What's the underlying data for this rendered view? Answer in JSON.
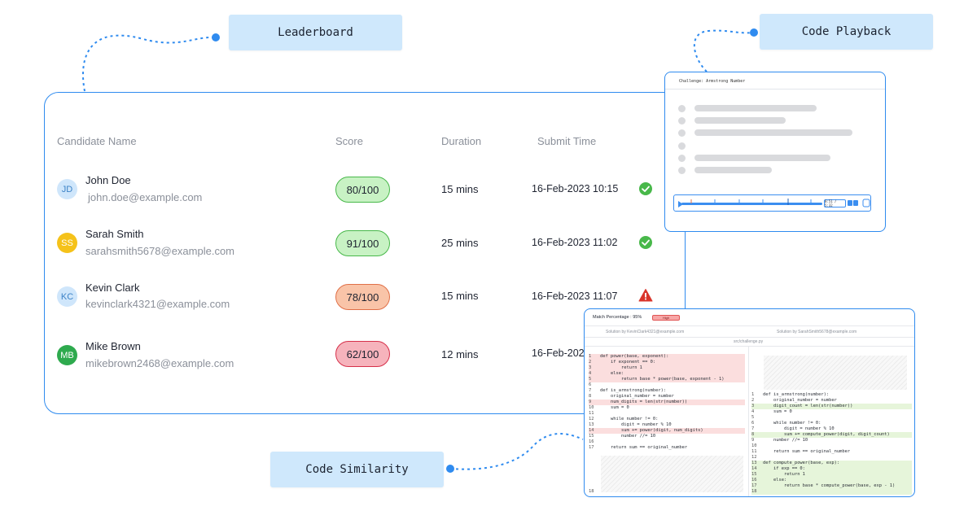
{
  "callouts": {
    "leaderboard": "Leaderboard",
    "code_playback": "Code Playback",
    "code_similarity": "Code Similarity"
  },
  "leaderboard": {
    "columns": [
      "Candidate Name",
      "Score",
      "Duration",
      "Submit Time"
    ],
    "rows": [
      {
        "initials": "JD",
        "avatar_color": "#cfe6fb",
        "avatar_text_color": "#3d83c7",
        "name": "John Doe",
        "email": "john.doe@example.com",
        "score": "80/100",
        "score_bg": "#c8f2c4",
        "score_border": "#48b84a",
        "duration": "15 mins",
        "submit_time": "16-Feb-2023 10:15",
        "status_icon": "check-circle-icon",
        "status_color": "#48b84a"
      },
      {
        "initials": "SS",
        "avatar_color": "#f5c21a",
        "avatar_text_color": "#ffffff",
        "name": "Sarah Smith",
        "email": "sarahsmith5678@example.com",
        "score": "91/100",
        "score_bg": "#c8f2c4",
        "score_border": "#48b84a",
        "duration": "25 mins",
        "submit_time": "16-Feb-2023 11:02",
        "status_icon": "check-circle-icon",
        "status_color": "#48b84a"
      },
      {
        "initials": "KC",
        "avatar_color": "#cfe6fb",
        "avatar_text_color": "#3d83c7",
        "name": "Kevin Clark",
        "email": "kevinclark4321@example.com",
        "score": "78/100",
        "score_bg": "#f9c4a8",
        "score_border": "#e07048",
        "duration": "15 mins",
        "submit_time": "16-Feb-2023 11:07",
        "status_icon": "warning-triangle-icon",
        "status_color": "#d9352b"
      },
      {
        "initials": "MB",
        "avatar_color": "#2eaa4e",
        "avatar_text_color": "#ffffff",
        "name": "Mike Brown",
        "email": "mikebrown2468@example.com",
        "score": "62/100",
        "score_bg": "#f6b3bc",
        "score_border": "#d6304a",
        "duration": "12 mins",
        "submit_time": "16-Feb-202"
      }
    ]
  },
  "playback": {
    "title": "Challenge: Armstrong Number",
    "time": "0:51 / 5:32"
  },
  "similarity": {
    "match_label": "Match Percentage : 95%",
    "match_badge": "High",
    "left_author": "Solution by KevinClark4321@example.com",
    "right_author": "Solution by SarahSmith5678@example.com",
    "file_name": "src/challenge.py",
    "left_code": [
      {
        "n": "1",
        "t": "def power(base, exponent):",
        "hl": "del"
      },
      {
        "n": "2",
        "t": "    if exponent == 0:",
        "hl": "del"
      },
      {
        "n": "3",
        "t": "        return 1",
        "hl": "del"
      },
      {
        "n": "4",
        "t": "    else:",
        "hl": "del"
      },
      {
        "n": "5",
        "t": "        return base * power(base, exponent - 1)",
        "hl": "del"
      },
      {
        "n": "6",
        "t": "",
        "hl": ""
      },
      {
        "n": "7",
        "t": "def is_armstrong(number):",
        "hl": ""
      },
      {
        "n": "8",
        "t": "    original_number = number",
        "hl": ""
      },
      {
        "n": "9",
        "t": "    num_digits = len(str(number))",
        "hl": "del"
      },
      {
        "n": "10",
        "t": "    sum = 0",
        "hl": ""
      },
      {
        "n": "11",
        "t": "",
        "hl": ""
      },
      {
        "n": "12",
        "t": "    while number != 0:",
        "hl": ""
      },
      {
        "n": "13",
        "t": "        digit = number % 10",
        "hl": ""
      },
      {
        "n": "14",
        "t": "        sum += power(digit, num_digits)",
        "hl": "del"
      },
      {
        "n": "15",
        "t": "        number //= 10",
        "hl": ""
      },
      {
        "n": "16",
        "t": "",
        "hl": ""
      },
      {
        "n": "17",
        "t": "    return sum == original_number",
        "hl": ""
      }
    ],
    "left_tail_line": "18",
    "right_code": [
      {
        "n": "1",
        "t": "def is_armstrong(number):",
        "hl": ""
      },
      {
        "n": "2",
        "t": "    original_number = number",
        "hl": ""
      },
      {
        "n": "3",
        "t": "    digit_count = len(str(number))",
        "hl": "add"
      },
      {
        "n": "4",
        "t": "    sum = 0",
        "hl": ""
      },
      {
        "n": "5",
        "t": "",
        "hl": ""
      },
      {
        "n": "6",
        "t": "    while number != 0:",
        "hl": ""
      },
      {
        "n": "7",
        "t": "        digit = number % 10",
        "hl": ""
      },
      {
        "n": "8",
        "t": "        sum += compute_power(digit, digit_count)",
        "hl": "add"
      },
      {
        "n": "9",
        "t": "    number //= 10",
        "hl": ""
      },
      {
        "n": "10",
        "t": "",
        "hl": ""
      },
      {
        "n": "11",
        "t": "    return sum == original_number",
        "hl": ""
      },
      {
        "n": "12",
        "t": "",
        "hl": ""
      },
      {
        "n": "13",
        "t": "def compute_power(base, exp):",
        "hl": "add"
      },
      {
        "n": "14",
        "t": "    if exp == 0:",
        "hl": "add"
      },
      {
        "n": "15",
        "t": "        return 1",
        "hl": "add"
      },
      {
        "n": "16",
        "t": "    else:",
        "hl": "add"
      },
      {
        "n": "17",
        "t": "        return base * compute_power(base, exp - 1)",
        "hl": "add"
      },
      {
        "n": "18",
        "t": "",
        "hl": "add"
      }
    ]
  }
}
